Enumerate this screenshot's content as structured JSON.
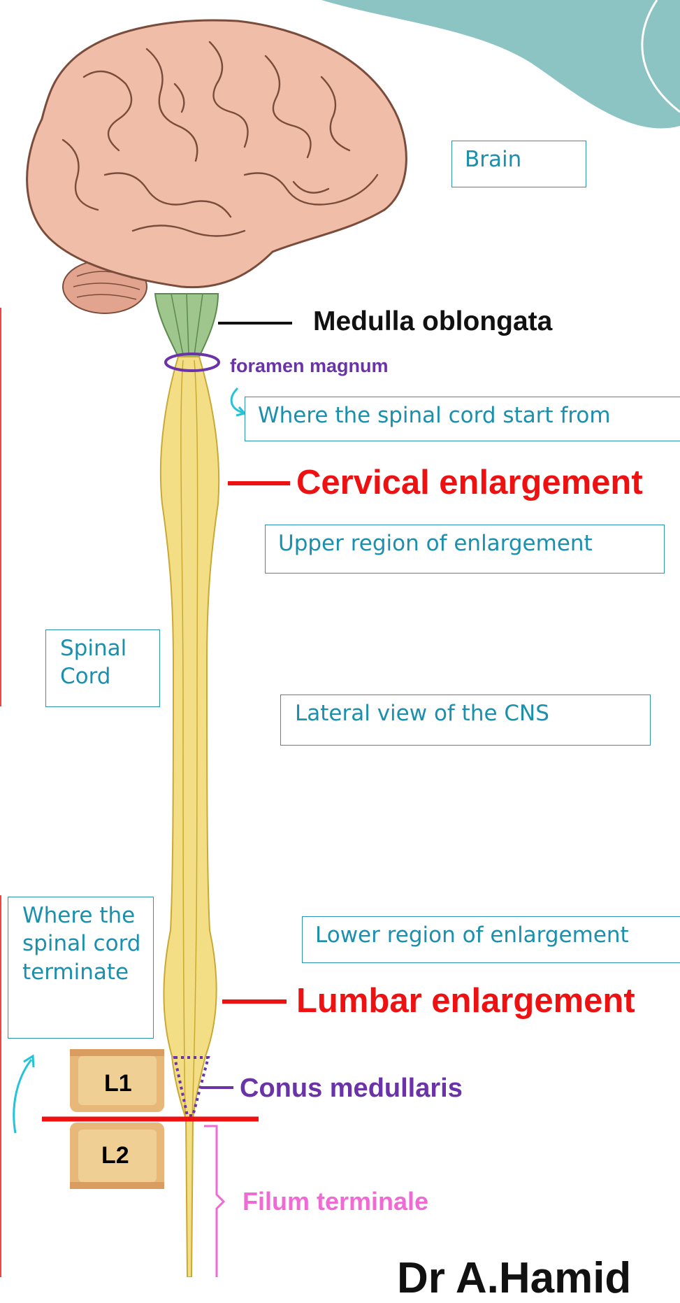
{
  "labels": {
    "brain": "Brain",
    "medulla": "Medulla oblongata",
    "foramen": "foramen magnum",
    "spinal_start": "Where the spinal cord start from",
    "cervical": "Cervical enlargement",
    "upper_region": "Upper region of enlargement",
    "spinal_cord": "Spinal Cord",
    "lateral_view": "Lateral view of the CNS",
    "lower_region": "Lower region of enlargement",
    "terminate": "Where the spinal cord terminate",
    "lumbar": "Lumbar enlargement",
    "vertebra_l1": "L1",
    "conus": "Conus medullaris",
    "vertebra_l2": "L2",
    "filum": "Filum terminale",
    "author": "Dr A.Hamid"
  },
  "colors": {
    "box_border": "#2a95b3",
    "box_text": "#1a8fae",
    "red_label": "#ee1111",
    "purple_label": "#6a33a8",
    "pink_label": "#f06ad6",
    "teal_blob": "#8cc3c3",
    "cord": "#f3de86",
    "brain": "#f0bea8"
  }
}
